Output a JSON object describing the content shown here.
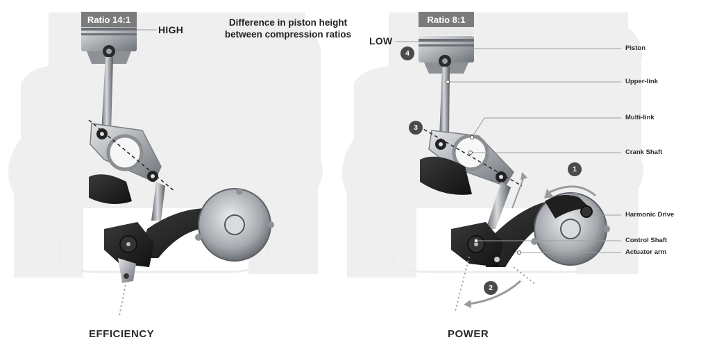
{
  "heading": {
    "line1": "Difference in piston height",
    "line2": "between compression ratios"
  },
  "left": {
    "ratio": "Ratio 14:1",
    "height_label": "HIGH",
    "mode": "EFFICIENCY"
  },
  "right": {
    "ratio": "Ratio 8:1",
    "height_label": "LOW",
    "mode": "POWER"
  },
  "labels": {
    "piston": "Piston",
    "upper_link": "Upper-link",
    "multi_link": "Multi-link",
    "crank_shaft": "Crank Shaft",
    "harmonic_drive": "Harmonic Drive",
    "control_shaft": "Control Shaft",
    "actuator_arm": "Actuator arm"
  },
  "badges": [
    "1",
    "2",
    "3",
    "4"
  ],
  "colors": {
    "ghost": "#efefef",
    "badge": "#4a4a4a",
    "ratio_box": "#7b7b7b",
    "metal": "#b9bcc0",
    "dark_part": "#1e1e1e"
  }
}
